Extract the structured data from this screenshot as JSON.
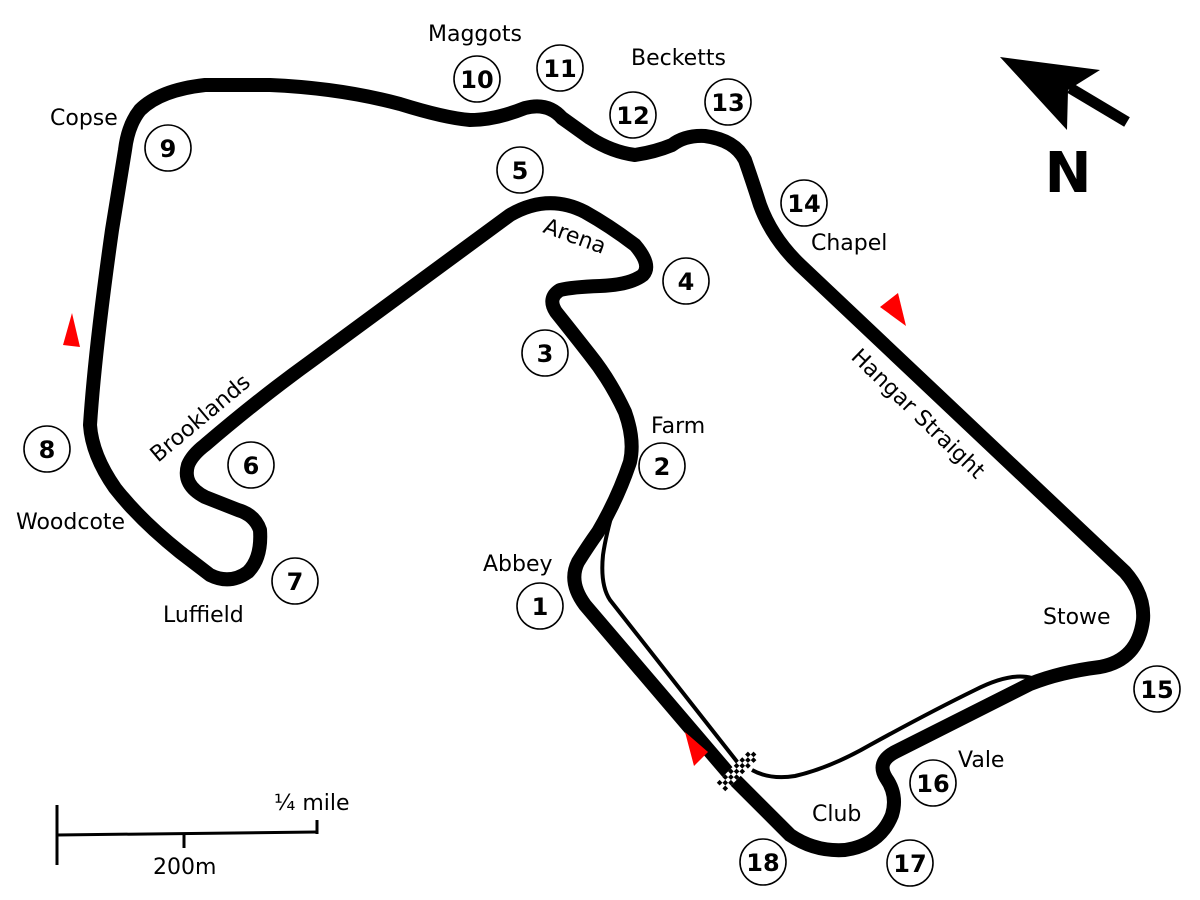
{
  "map": {
    "corner_names": {
      "maggots": "Maggots",
      "becketts": "Becketts",
      "copse": "Copse",
      "chapel": "Chapel",
      "arena": "Arena",
      "hangar_straight": "Hangar Straight",
      "brooklands": "Brooklands",
      "farm": "Farm",
      "woodcote": "Woodcote",
      "abbey": "Abbey",
      "luffield": "Luffield",
      "stowe": "Stowe",
      "vale": "Vale",
      "club": "Club"
    },
    "turn_numbers": [
      "1",
      "2",
      "3",
      "4",
      "5",
      "6",
      "7",
      "8",
      "9",
      "10",
      "11",
      "12",
      "13",
      "14",
      "15",
      "16",
      "17",
      "18"
    ],
    "north_label": "N",
    "scale": {
      "imperial": "¼ mile",
      "metric": "200m"
    },
    "colors": {
      "track": "#000000",
      "direction_arrow": "#ff0000"
    }
  }
}
